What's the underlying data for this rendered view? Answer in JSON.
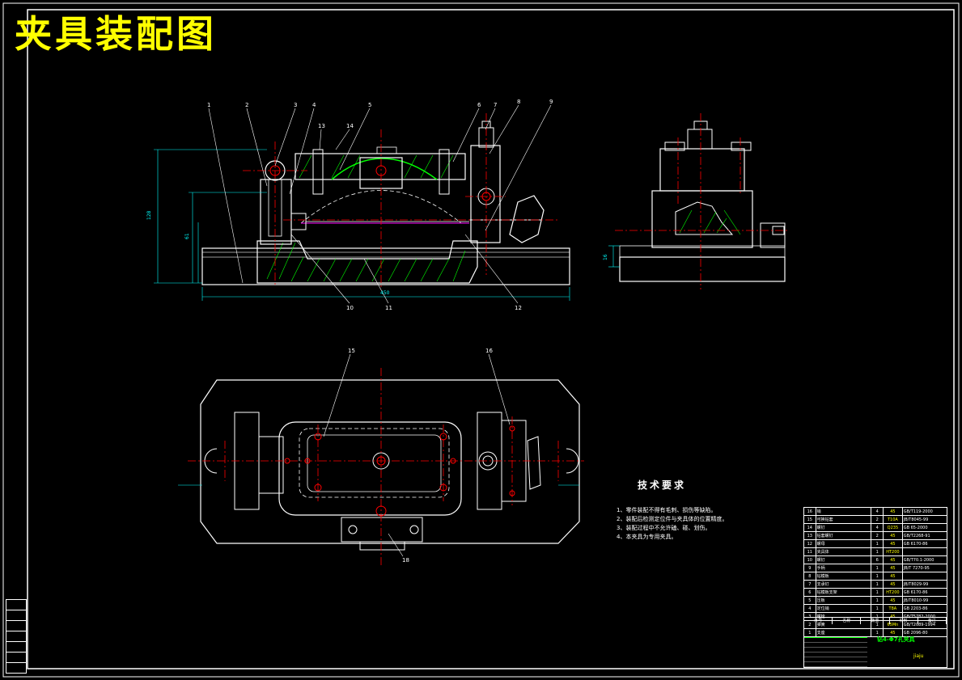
{
  "drawing": {
    "title": "夹具装配图",
    "tech_requirements_title": "技术要求",
    "tech_requirements": [
      "1、零件装配不得有毛刺、损伤等缺陷。",
      "2、装配后检测定位件与夹具体的位置精度。",
      "3、装配过程中不允许磕、碰、划伤。",
      "4、本夹具为专用夹具。"
    ],
    "dimension_overall": "450",
    "dimension_left_height": "128",
    "dimension_left_inner": "61",
    "dimension_side": "16",
    "balloons_front": [
      "1",
      "2",
      "3",
      "4",
      "5",
      "6",
      "7",
      "8",
      "9",
      "10",
      "11",
      "12",
      "13",
      "14"
    ],
    "balloons_plan": [
      "15",
      "16",
      "18"
    ],
    "bom_rows": [
      {
        "no": "16",
        "name": "销",
        "qty": "4",
        "material": "45",
        "std": "GB/T119-2000"
      },
      {
        "no": "15",
        "name": "可换钻套",
        "qty": "2",
        "material": "T10A",
        "std": "JB/T8045-99"
      },
      {
        "no": "14",
        "name": "螺钉",
        "qty": "4",
        "material": "Q235",
        "std": "GB 65-2000"
      },
      {
        "no": "13",
        "name": "钻套螺钉",
        "qty": "2",
        "material": "45",
        "std": "GB/T2268-91"
      },
      {
        "no": "12",
        "name": "螺母",
        "qty": "1",
        "material": "45",
        "std": "GB 6170-86"
      },
      {
        "no": "11",
        "name": "夹具体",
        "qty": "1",
        "material": "HT200",
        "std": ""
      },
      {
        "no": "10",
        "name": "螺钉",
        "qty": "6",
        "material": "45",
        "std": "GB/T70.1-2000"
      },
      {
        "no": "9",
        "name": "手柄",
        "qty": "1",
        "material": "45",
        "std": "JB/T 7270-95"
      },
      {
        "no": "8",
        "name": "钻模板",
        "qty": "1",
        "material": "45",
        "std": ""
      },
      {
        "no": "7",
        "name": "支承钉",
        "qty": "1",
        "material": "45",
        "std": "JB/T8029-99"
      },
      {
        "no": "6",
        "name": "钻模板支架",
        "qty": "1",
        "material": "HT200",
        "std": "GB 6170-86"
      },
      {
        "no": "5",
        "name": "压板",
        "qty": "1",
        "material": "45",
        "std": "JB/T8010-99"
      },
      {
        "no": "4",
        "name": "定位销",
        "qty": "1",
        "material": "T8A",
        "std": "GB 2203-86"
      },
      {
        "no": "3",
        "name": "螺栓",
        "qty": "1",
        "material": "45",
        "std": "GB/T5782-2000"
      },
      {
        "no": "2",
        "name": "弹簧",
        "qty": "1",
        "material": "65Mn",
        "std": "GB/T2089-1994"
      },
      {
        "no": "1",
        "name": "支座",
        "qty": "1",
        "material": "45",
        "std": "GB 2096-80"
      }
    ],
    "bom_header": [
      "序号",
      "名称",
      "数量",
      "材料",
      "备注"
    ],
    "title_block_name": "钻4-Φ7孔夹具",
    "title_block_sub": "jiaju",
    "colors": {
      "outline": "#ffffff",
      "center": "#ff0000",
      "hatch": "#00ff00",
      "part": "#ffff00",
      "dim": "#00ffff",
      "leader": "#ffffff"
    }
  }
}
